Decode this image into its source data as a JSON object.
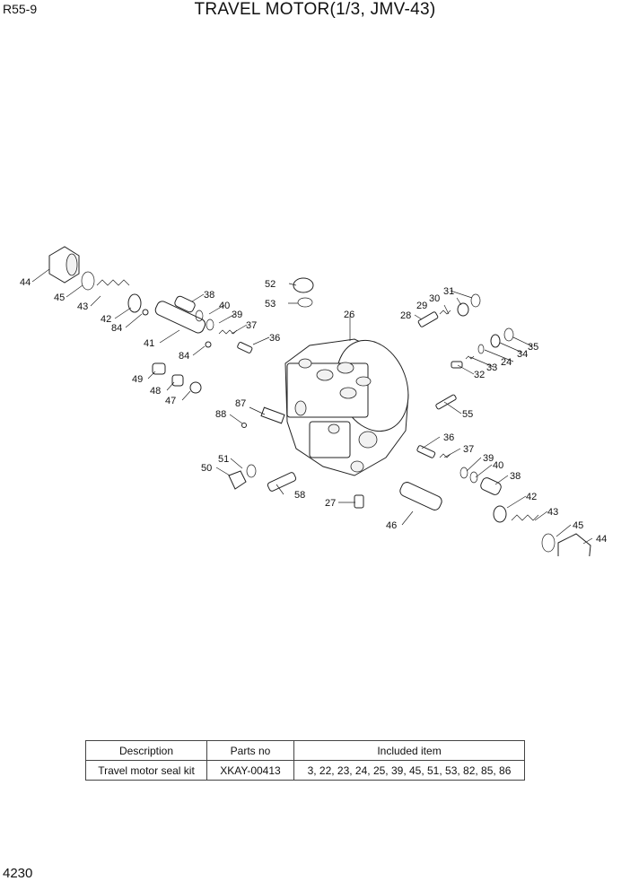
{
  "header": {
    "model": "R55-9",
    "title": "TRAVEL MOTOR(1/3, JMV-43)"
  },
  "footer": {
    "page_number": "4230"
  },
  "callouts": [
    "44",
    "45",
    "43",
    "42",
    "84",
    "41",
    "38",
    "40",
    "39",
    "37",
    "36",
    "84",
    "49",
    "48",
    "47",
    "52",
    "53",
    "26",
    "28",
    "29",
    "30",
    "31",
    "34",
    "35",
    "24",
    "33",
    "32",
    "55",
    "87",
    "88",
    "36",
    "37",
    "39",
    "40",
    "38",
    "51",
    "50",
    "58",
    "27",
    "46",
    "42",
    "43",
    "45",
    "44"
  ],
  "table": {
    "headers": [
      "Description",
      "Parts no",
      "Included item"
    ],
    "rows": [
      [
        "Travel motor seal kit",
        "XKAY-00413",
        "3, 22, 23, 24, 25, 39, 45, 51, 53, 82, 85, 86"
      ]
    ]
  }
}
